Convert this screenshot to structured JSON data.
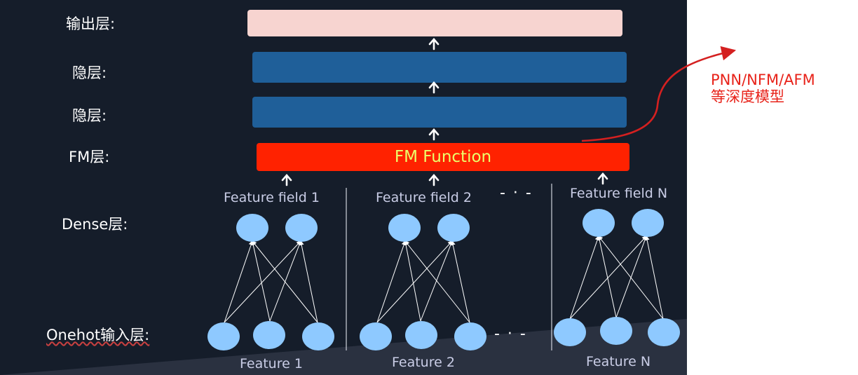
{
  "layers": {
    "output": "输出层:",
    "hidden_1": "隐层:",
    "hidden_2": "隐层:",
    "fm": "FM层:",
    "dense": "Dense层:",
    "onehot": "Onehot输入层:"
  },
  "fm_function_label": "FM Function",
  "fields": [
    {
      "label": "Feature field 1",
      "feature": "Feature 1"
    },
    {
      "label": "Feature field 2",
      "feature": "Feature 2"
    },
    {
      "label": "Feature field N",
      "feature": "Feature N"
    }
  ],
  "ellipsis": "- · -",
  "annotation": {
    "line1": "PNN/NFM/AFM",
    "line2": "等深度模型"
  },
  "colors": {
    "background": "#151d2a",
    "output_bar": "#f7d4d0",
    "hidden_bar": "#1f5f99",
    "fm_bar": "#ff2200",
    "fm_text": "#ecff6a",
    "node": "#8ec9ff",
    "annotation": "#e8231a"
  }
}
